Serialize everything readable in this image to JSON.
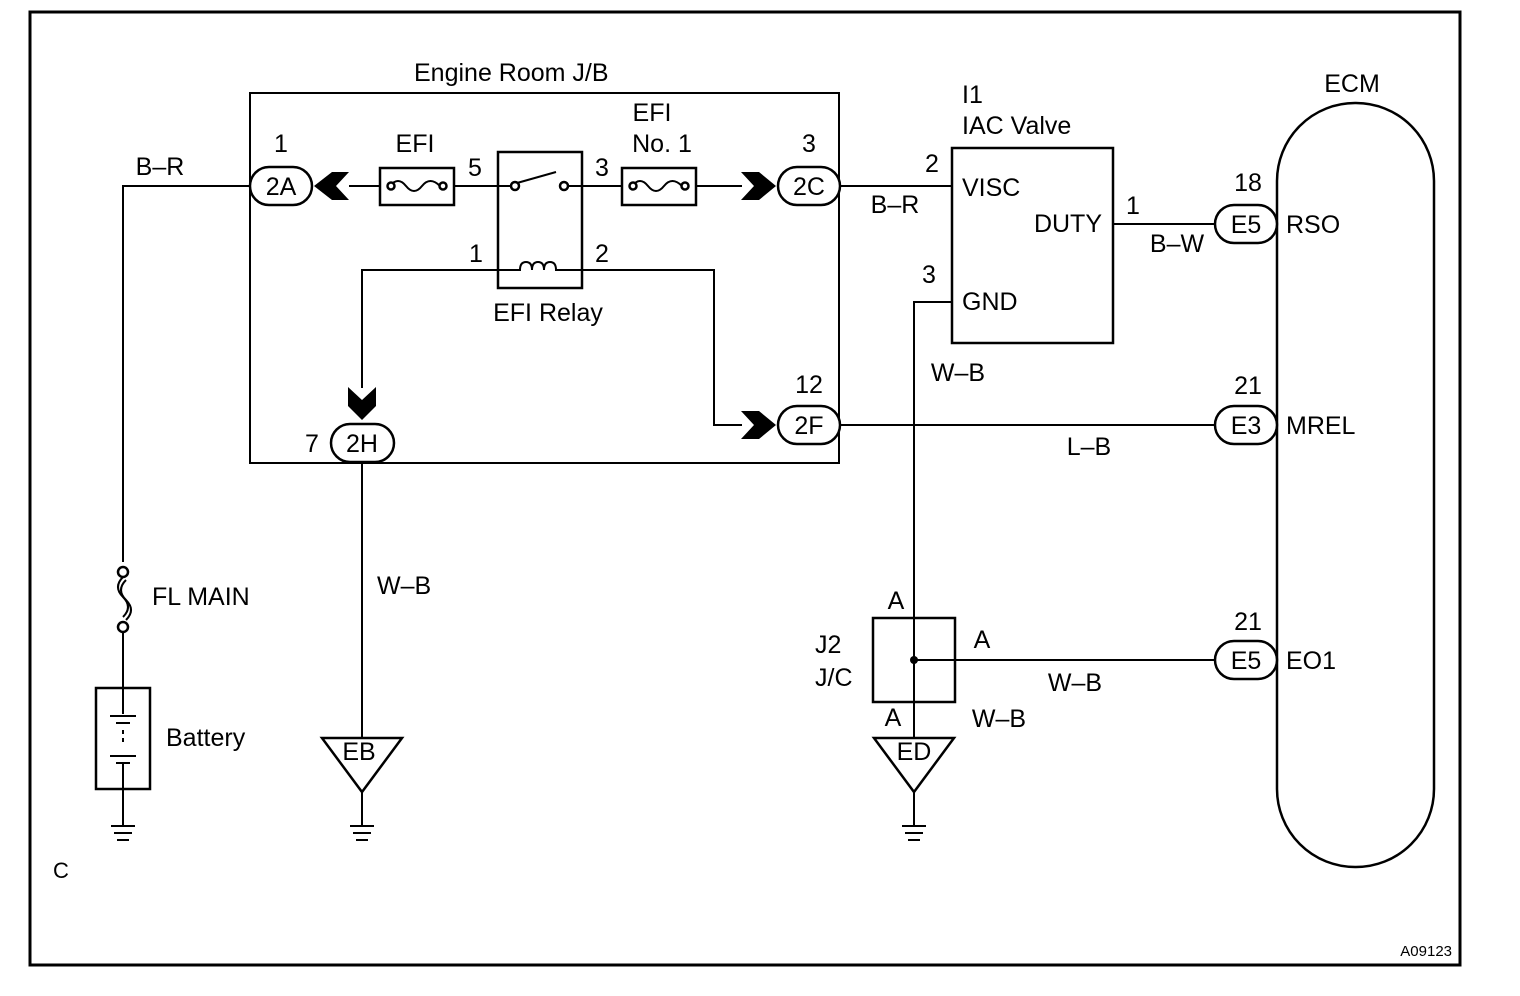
{
  "jb": {
    "title": "Engine Room J/B",
    "conn_2A": "2A",
    "pin_2A": "1",
    "conn_2C": "2C",
    "pin_2C": "3",
    "conn_2F": "2F",
    "pin_2F": "12",
    "conn_2H": "2H",
    "pin_2H": "7",
    "fuse_efi": "EFI",
    "fuse_efi1_line1": "EFI",
    "fuse_efi1_line2": "No. 1",
    "relay_label": "EFI Relay",
    "relay_pin5": "5",
    "relay_pin3": "3",
    "relay_pin1": "1",
    "relay_pin2": "2"
  },
  "iac": {
    "id": "I1",
    "title": "IAC Valve",
    "visc": "VISC",
    "duty": "DUTY",
    "gnd": "GND",
    "pin_visc": "2",
    "pin_duty": "1",
    "pin_gnd": "3"
  },
  "ecm": {
    "title": "ECM",
    "rso_conn": "E5",
    "rso_pin": "18",
    "rso": "RSO",
    "mrel_conn": "E3",
    "mrel_pin": "21",
    "mrel": "MREL",
    "eo1_conn": "E5",
    "eo1_pin": "21",
    "eo1": "EO1"
  },
  "jc": {
    "id": "J2",
    "label": "J/C",
    "pin_top": "A",
    "pin_right": "A",
    "pin_bottom": "A"
  },
  "wires": {
    "br_left": "B–R",
    "br_mid": "B–R",
    "bw": "B–W",
    "wb_eb": "W–B",
    "wb_gnd": "W–B",
    "lb": "L–B",
    "wb_eo1": "W–B",
    "wb_ed": "W–B"
  },
  "power": {
    "fl_main": "FL MAIN",
    "battery": "Battery"
  },
  "grounds": {
    "eb": "EB",
    "ed": "ED"
  },
  "corner_letter": "C",
  "figure_code": "A09123"
}
